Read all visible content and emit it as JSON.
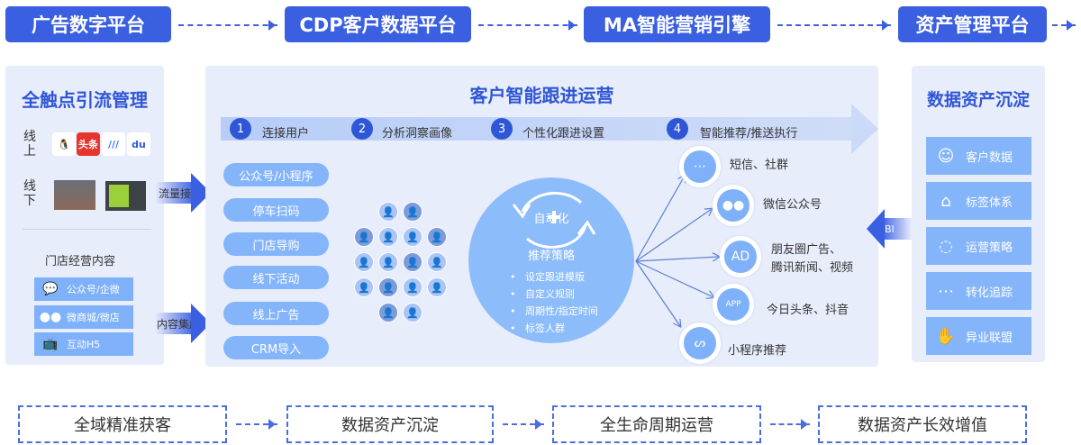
{
  "top": [
    "广告数字平台",
    "CDP客户数据平台",
    "MA智能营销引擎",
    "资产管理平台"
  ],
  "left": {
    "title": "全触点引流管理",
    "online": "线上",
    "offline": "线下",
    "online_icons": [
      "qq-icon",
      "toutiao-icon",
      "kuaishou-icon",
      "baidu-icon"
    ],
    "toutiao": "头条",
    "store_title": "门店经营内容",
    "store_items": [
      "公众号/企微",
      "微商城/微店",
      "互动H5"
    ],
    "arrows": [
      "流量接入",
      "内容集成"
    ]
  },
  "center": {
    "title": "客户智能跟进运营",
    "steps": [
      {
        "n": "1",
        "label": "连接用户"
      },
      {
        "n": "2",
        "label": "分析洞察画像"
      },
      {
        "n": "3",
        "label": "个性化跟进设置"
      },
      {
        "n": "4",
        "label": "智能推荐/推送执行"
      }
    ],
    "sources": [
      "公众号/小程序",
      "停车扫码",
      "门店导购",
      "线下活动",
      "线上广告",
      "CRM导入"
    ],
    "circle": {
      "top": "自动化",
      "bottom": "推荐策略",
      "bullets": [
        "设定跟进模版",
        "自定义规则",
        "周期性/指定时间",
        "标签人群"
      ]
    },
    "channels": [
      {
        "icon": "sms-icon",
        "label": "短信、社群"
      },
      {
        "icon": "wechat-icon",
        "label": "微信公众号"
      },
      {
        "icon": "ad-icon",
        "label": "朋友圈广告、\n腾讯新闻、视频",
        "glyph": "AD"
      },
      {
        "icon": "app-icon",
        "label": "今日头条、抖音",
        "glyph": "APP"
      },
      {
        "icon": "miniprogram-icon",
        "label": "小程序推荐"
      }
    ]
  },
  "right": {
    "title": "数据资产沉淀",
    "bi": "BI",
    "items": [
      "客户数据",
      "标签体系",
      "运营策略",
      "转化追踪",
      "异业联盟"
    ]
  },
  "bottom": [
    "全域精准获客",
    "数据资产沉淀",
    "全生命周期运营",
    "数据资产长效增值"
  ]
}
